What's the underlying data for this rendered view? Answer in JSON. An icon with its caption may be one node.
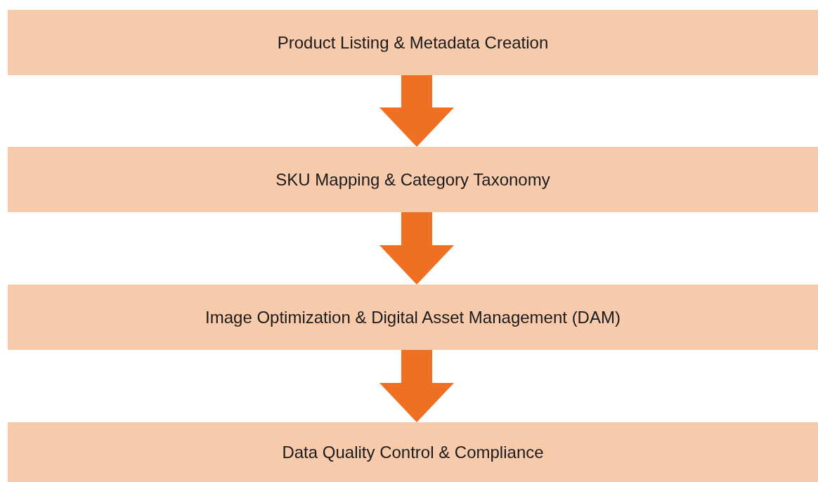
{
  "diagram": {
    "nodes": [
      {
        "text": [
          "Product Listing & Metadata Creation"
        ]
      },
      {
        "text": [
          "SKU Mapping & Category Taxonomy"
        ]
      },
      {
        "text": [
          "Image Optimization & Digital Asset Management (DAM)"
        ]
      },
      {
        "text": [
          "Data Quality Control & Compliance"
        ]
      }
    ],
    "edges": [
      {
        "from": 0,
        "to": 1,
        "arrow": "to"
      },
      {
        "from": 1,
        "to": 2,
        "arrow": "to"
      },
      {
        "from": 2,
        "to": 3,
        "arrow": "to"
      }
    ]
  }
}
